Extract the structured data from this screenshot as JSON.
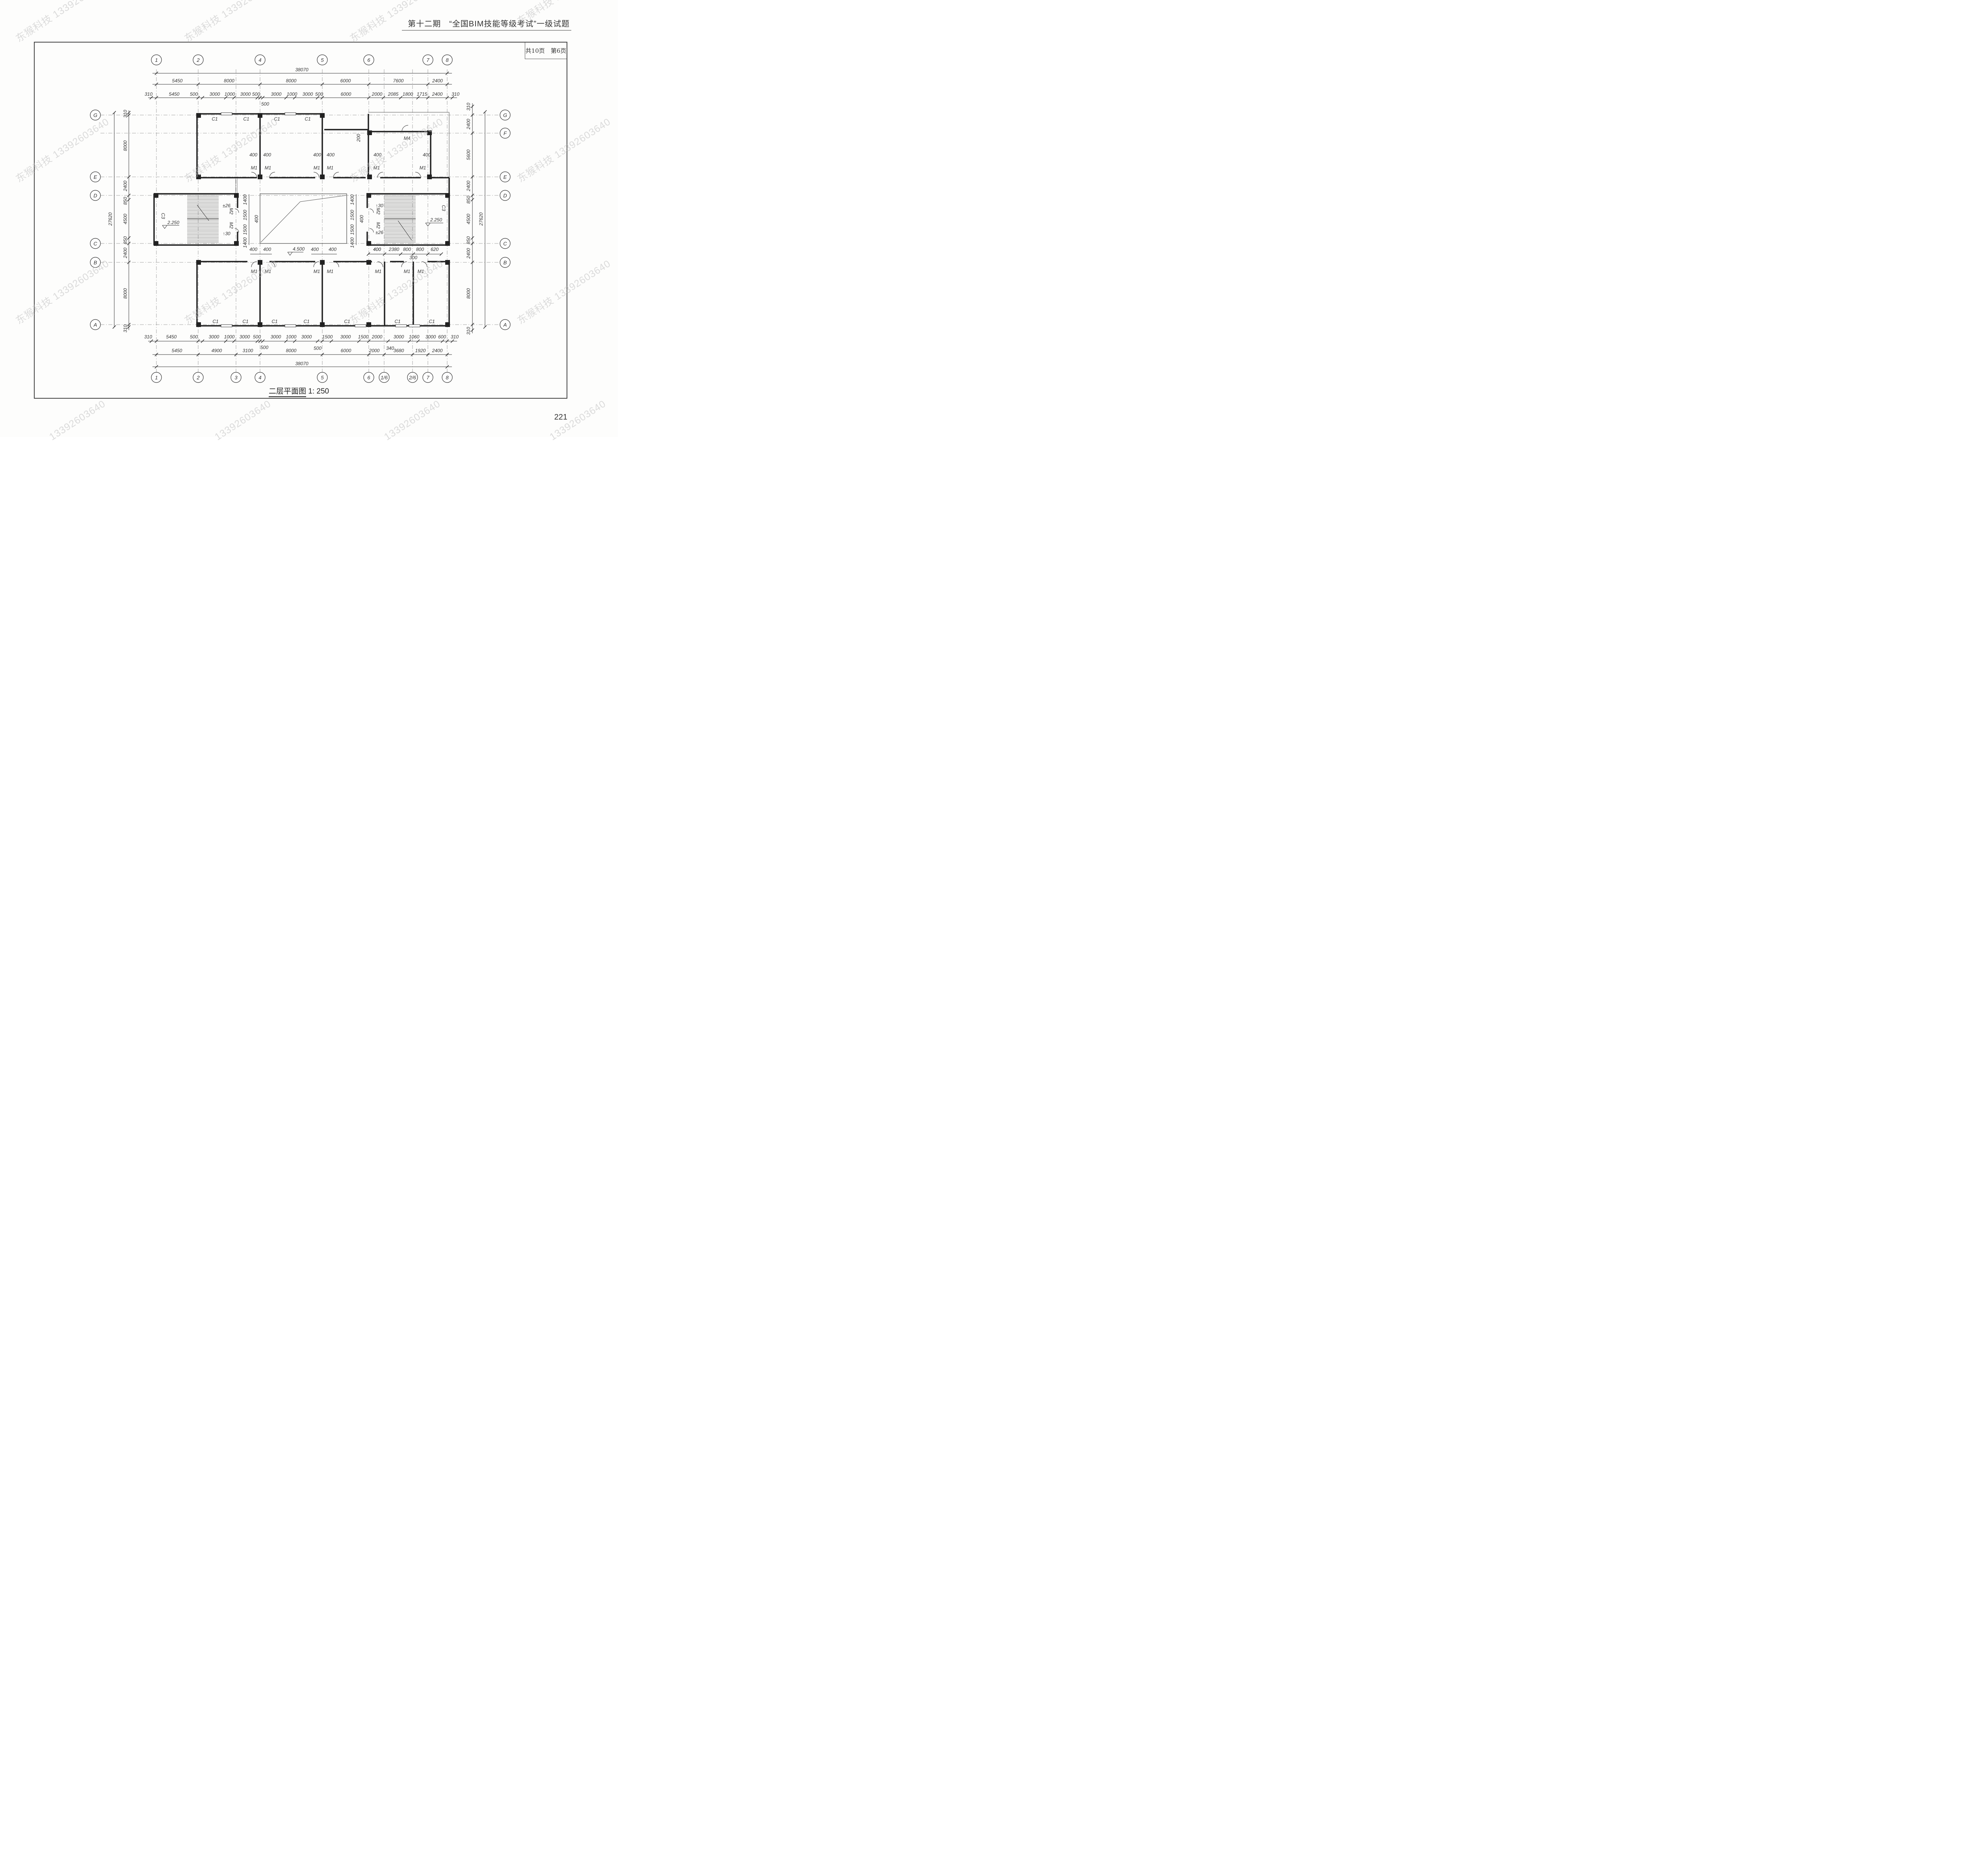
{
  "header": {
    "title": "第十二期　“全国BIM技能等级考试”一级试题"
  },
  "sheet": {
    "label": "共10页　第6页"
  },
  "page_number": "221",
  "drawing": {
    "title": "二层平面图",
    "scale": "1: 250"
  },
  "axes": {
    "top": [
      "1",
      "2",
      "4",
      "5",
      "6",
      "7",
      "8"
    ],
    "bottom": [
      "1",
      "2",
      "3",
      "4",
      "5",
      "6",
      "1/6",
      "2/6",
      "7",
      "8"
    ],
    "left": [
      "G",
      "E",
      "D",
      "C",
      "B",
      "A"
    ],
    "right": [
      "G",
      "F",
      "E",
      "D",
      "C",
      "B",
      "A"
    ]
  },
  "dims": {
    "top_total": "38070",
    "top_row1": [
      "5450",
      "8000",
      "8000",
      "6000",
      "7600",
      "2400"
    ],
    "top_row2": [
      "310",
      "5450",
      "500",
      "3000",
      "1000",
      "3000",
      "500",
      "3000",
      "1000",
      "3000",
      "500",
      "6000",
      "2000",
      "2085",
      "1800",
      "1715",
      "2400",
      "310"
    ],
    "top_500": "500",
    "bottom_row1": [
      "310",
      "5450",
      "500",
      "3000",
      "1000",
      "3000",
      "500",
      "3000",
      "1000",
      "3000",
      "1500",
      "3000",
      "1500",
      "2000",
      "3000",
      "1060",
      "3000",
      "600",
      "310"
    ],
    "bottom_row2": [
      "5450",
      "4900",
      "3100",
      "500",
      "8000",
      "500",
      "6000",
      "2000",
      "340",
      "3680",
      "1920",
      "2400"
    ],
    "bottom_total": "38070",
    "left": [
      "310",
      "8000",
      "2400",
      "850",
      "4500",
      "850",
      "2400",
      "8000",
      "310"
    ],
    "left_total": "27620",
    "right": [
      "310",
      "2400",
      "5600",
      "2400",
      "850",
      "4500",
      "850",
      "2400",
      "8000",
      "310"
    ],
    "right_total": "27620"
  },
  "labels": {
    "window": "C1",
    "stair_window": "C3",
    "door_m1": "M1",
    "door_m2": "M2",
    "door_m4": "M4",
    "wall_400": "400",
    "up26": "±26",
    "up30": "↑30",
    "elev_stair": "2.250",
    "elev_void": "4.500",
    "d1400": "1400",
    "d1500": "1500",
    "d400": "400",
    "d200": "200",
    "corr_dims": [
      "400",
      "2380",
      "800",
      "800",
      "620"
    ],
    "d300": "300"
  },
  "watermark": {
    "company": "东猴科技",
    "phone": "13392603640",
    "line": "东猴科技 13392603640"
  }
}
